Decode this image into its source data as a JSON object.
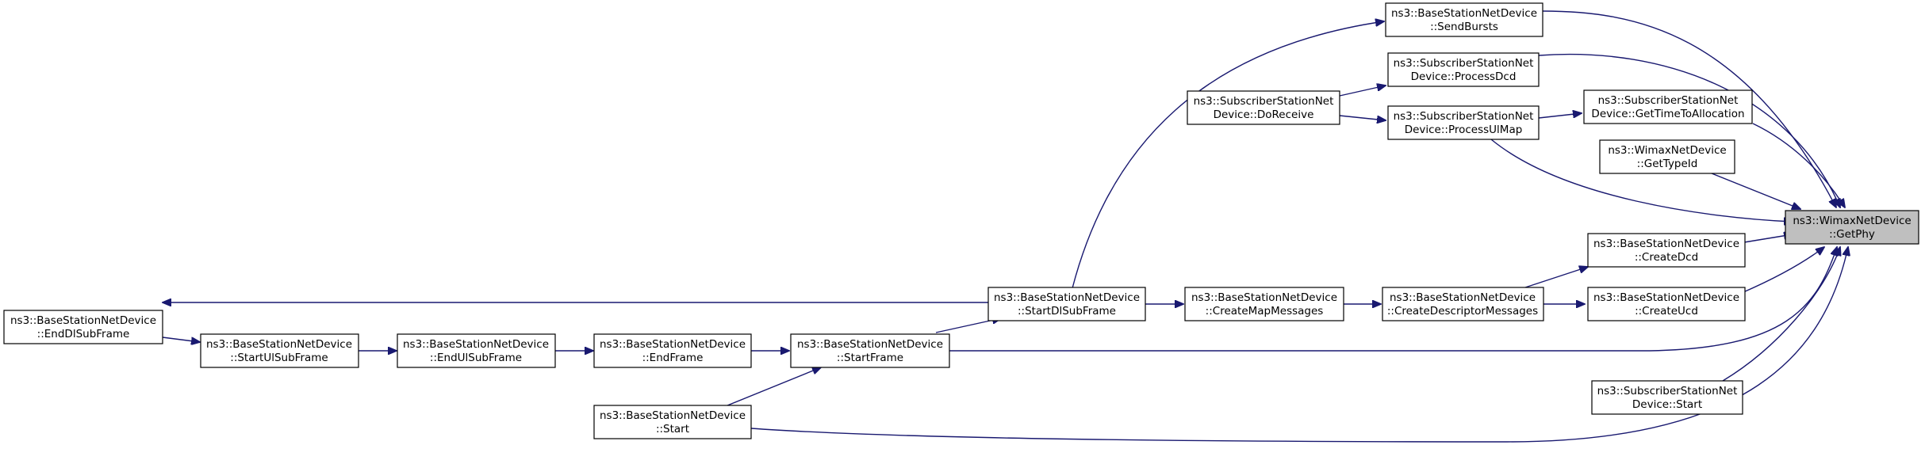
{
  "graph": {
    "nodes": {
      "root": {
        "line1": "ns3::WimaxNetDevice",
        "line2": "::GetPhy"
      },
      "sendBursts": {
        "line1": "ns3::BaseStationNetDevice",
        "line2": "::SendBursts"
      },
      "processDcd": {
        "line1": "ns3::SubscriberStationNet",
        "line2": "Device::ProcessDcd"
      },
      "doReceive": {
        "line1": "ns3::SubscriberStationNet",
        "line2": "Device::DoReceive"
      },
      "processUlMap": {
        "line1": "ns3::SubscriberStationNet",
        "line2": "Device::ProcessUlMap"
      },
      "getTimeToAllocation": {
        "line1": "ns3::SubscriberStationNet",
        "line2": "Device::GetTimeToAllocation"
      },
      "getTypeId": {
        "line1": "ns3::WimaxNetDevice",
        "line2": "::GetTypeId"
      },
      "createDcd": {
        "line1": "ns3::BaseStationNetDevice",
        "line2": "::CreateDcd"
      },
      "createUcd": {
        "line1": "ns3::BaseStationNetDevice",
        "line2": "::CreateUcd"
      },
      "createDescriptorMessages": {
        "line1": "ns3::BaseStationNetDevice",
        "line2": "::CreateDescriptorMessages"
      },
      "createMapMessages": {
        "line1": "ns3::BaseStationNetDevice",
        "line2": "::CreateMapMessages"
      },
      "startDlSubFrame": {
        "line1": "ns3::BaseStationNetDevice",
        "line2": "::StartDlSubFrame"
      },
      "startFrame": {
        "line1": "ns3::BaseStationNetDevice",
        "line2": "::StartFrame"
      },
      "endFrame": {
        "line1": "ns3::BaseStationNetDevice",
        "line2": "::EndFrame"
      },
      "endUlSubFrame": {
        "line1": "ns3::BaseStationNetDevice",
        "line2": "::EndUlSubFrame"
      },
      "startUlSubFrame": {
        "line1": "ns3::BaseStationNetDevice",
        "line2": "::StartUlSubFrame"
      },
      "endDlSubFrame": {
        "line1": "ns3::BaseStationNetDevice",
        "line2": "::EndDlSubFrame"
      },
      "bsStart": {
        "line1": "ns3::BaseStationNetDevice",
        "line2": "::Start"
      },
      "ssStart": {
        "line1": "ns3::SubscriberStationNet",
        "line2": "Device::Start"
      }
    },
    "edges": [
      {
        "from": "sendBursts",
        "to": "root"
      },
      {
        "from": "processDcd",
        "to": "root"
      },
      {
        "from": "getTimeToAllocation",
        "to": "root"
      },
      {
        "from": "processUlMap",
        "to": "root"
      },
      {
        "from": "getTypeId",
        "to": "root"
      },
      {
        "from": "createDcd",
        "to": "root"
      },
      {
        "from": "createUcd",
        "to": "root"
      },
      {
        "from": "startFrame",
        "to": "root"
      },
      {
        "from": "ssStart",
        "to": "root"
      },
      {
        "from": "bsStart",
        "to": "root"
      },
      {
        "from": "startDlSubFrame",
        "to": "sendBursts"
      },
      {
        "from": "doReceive",
        "to": "processDcd"
      },
      {
        "from": "doReceive",
        "to": "processUlMap"
      },
      {
        "from": "processUlMap",
        "to": "getTimeToAllocation"
      },
      {
        "from": "createDescriptorMessages",
        "to": "createDcd"
      },
      {
        "from": "createDescriptorMessages",
        "to": "createUcd"
      },
      {
        "from": "createMapMessages",
        "to": "createDescriptorMessages"
      },
      {
        "from": "startDlSubFrame",
        "to": "createMapMessages"
      },
      {
        "from": "startDlSubFrame",
        "to": "endDlSubFrame"
      },
      {
        "from": "startFrame",
        "to": "startDlSubFrame"
      },
      {
        "from": "endFrame",
        "to": "startFrame"
      },
      {
        "from": "bsStart",
        "to": "startFrame"
      },
      {
        "from": "endUlSubFrame",
        "to": "endFrame"
      },
      {
        "from": "startUlSubFrame",
        "to": "endUlSubFrame"
      },
      {
        "from": "endDlSubFrame",
        "to": "startUlSubFrame"
      }
    ]
  },
  "colors": {
    "edge": "#191970",
    "root_fill": "#bfbfbf",
    "node_fill": "#ffffff",
    "node_border": "#000000"
  }
}
